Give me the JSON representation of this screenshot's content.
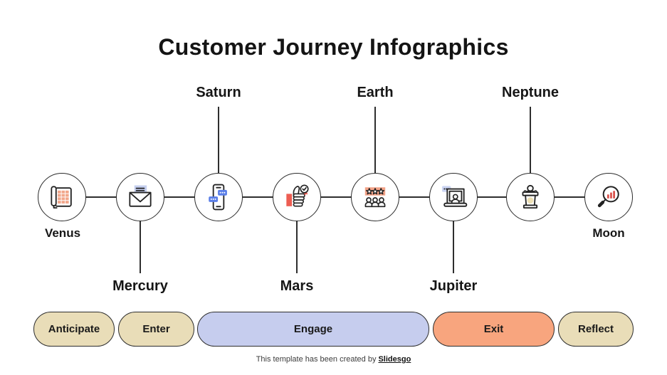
{
  "slide": {
    "title": "Customer Journey Infographics",
    "footer": {
      "text": "This template has been created by",
      "brand": "Slidesgo"
    }
  },
  "timeline": {
    "nodes": [
      {
        "label": "Venus",
        "icon": "desk-phone",
        "label_position": "below"
      },
      {
        "label": "Mercury",
        "icon": "open-envelope-letter",
        "label_position": "callout-below"
      },
      {
        "label": "Saturn",
        "icon": "smartphone-chat",
        "label_position": "callout-above"
      },
      {
        "label": "Mars",
        "icon": "thumbs-up-badge",
        "label_position": "callout-below"
      },
      {
        "label": "Earth",
        "icon": "audience-star-rating",
        "label_position": "callout-above"
      },
      {
        "label": "Jupiter",
        "icon": "laptop-video-chat",
        "label_position": "callout-below"
      },
      {
        "label": "Neptune",
        "icon": "speaker-podium",
        "label_position": "callout-above"
      },
      {
        "label": "Moon",
        "icon": "magnifier-analytics",
        "label_position": "below"
      }
    ]
  },
  "stages": [
    {
      "label": "Anticipate",
      "color": "#e9ddb8"
    },
    {
      "label": "Enter",
      "color": "#e9ddb8"
    },
    {
      "label": "Engage",
      "color": "#c6cdee"
    },
    {
      "label": "Exit",
      "color": "#f8a57e"
    },
    {
      "label": "Reflect",
      "color": "#e9ddb8"
    }
  ],
  "colors": {
    "background": "#ffffff",
    "line": "#2e2e2e",
    "text": "#1b1b1b",
    "accent_salmon": "#f2a287",
    "accent_red": "#ed5d52",
    "accent_blue": "#5b7fe8",
    "accent_lavender": "#c6cdee",
    "accent_beige": "#e9ddb8"
  }
}
